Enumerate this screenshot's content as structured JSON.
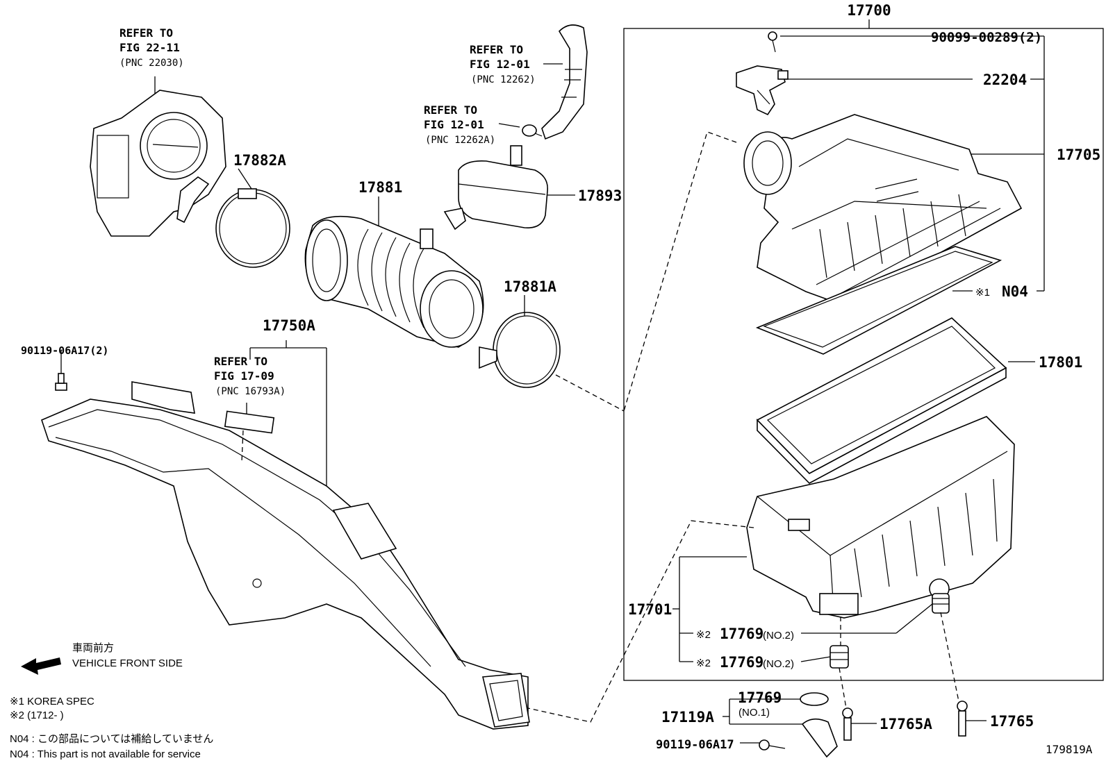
{
  "labels": {
    "p17700": "17700",
    "p90099": "90099-00289(2)",
    "p22204": "22204",
    "p17705": "17705",
    "k1": "※1",
    "n04": "N04",
    "p17801": "17801",
    "p17701": "17701",
    "p17769a": "17769",
    "p17769b": "17769",
    "no2": "(NO.2)",
    "mark2": "※2",
    "p17119a": "17119A",
    "p17769c": "17769",
    "no1": "(NO.1)",
    "p17765a": "17765A",
    "p17765": "17765",
    "p90119b": "90119-06A17",
    "fig": "179819A",
    "p17882a": "17882A",
    "p17881": "17881",
    "p17893": "17893",
    "p17881a": "17881A",
    "p17750a": "17750A",
    "p90119a": "90119-06A17(2)",
    "refer_to": "REFER TO",
    "fig2211": "FIG 22-11",
    "pnc22030": "(PNC 22030)",
    "fig1201": "FIG 12-01",
    "pnc12262": "(PNC 12262)",
    "pnc12262a": "(PNC 12262A)",
    "fig1709": "FIG 17-09",
    "pnc16793a": "(PNC 16793A)"
  },
  "legend": {
    "front_jp": "車両前方",
    "front_en": "VEHICLE FRONT SIDE",
    "note1": "※1  KOREA SPEC",
    "note2": "※2 (1712-      )",
    "n04_jp": "N04 : この部品については補給していません",
    "n04_en": "N04 : This part is not available for service"
  }
}
